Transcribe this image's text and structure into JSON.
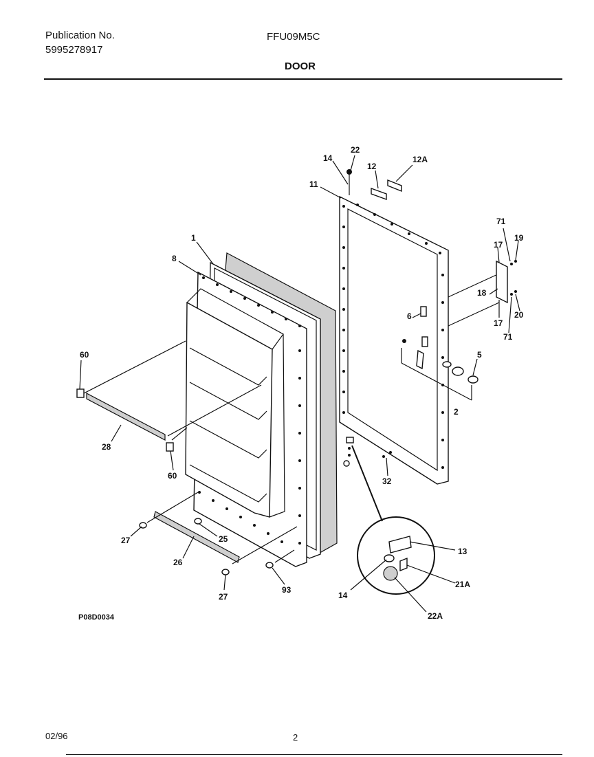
{
  "header": {
    "publication_label": "Publication No.",
    "publication_number": "5995278917",
    "model": "FFU09M5C",
    "section_title": "DOOR"
  },
  "footer": {
    "date": "02/96",
    "page": "2",
    "drawing_code": "P08D0034"
  },
  "callouts": {
    "c1": "1",
    "c2": "2",
    "c5": "5",
    "c6": "6",
    "c8": "8",
    "c11": "11",
    "c12": "12",
    "c12a": "12A",
    "c13": "13",
    "c14_top": "14",
    "c14_detail": "14",
    "c17_top": "17",
    "c17_bottom": "17",
    "c18": "18",
    "c19": "19",
    "c20": "20",
    "c21a": "21A",
    "c22": "22",
    "c22a": "22A",
    "c25": "25",
    "c26": "26",
    "c27_left": "27",
    "c27_bottom": "27",
    "c28": "28",
    "c32": "32",
    "c60_top": "60",
    "c60_bottom": "60",
    "c71_top": "71",
    "c71_bottom": "71",
    "c93": "93"
  }
}
